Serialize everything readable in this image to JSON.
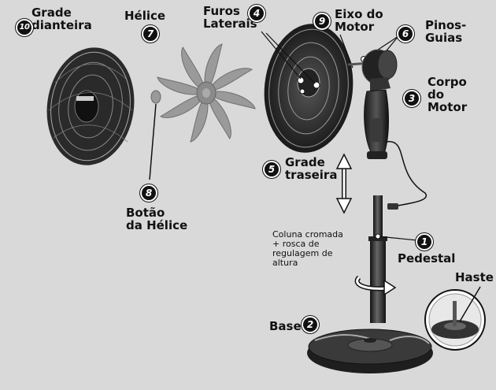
{
  "parts": [
    {
      "id": "grade-dianteira",
      "number": "10",
      "label": "Grade\ndianteira"
    },
    {
      "id": "helice",
      "number": "7",
      "label": "Hélice"
    },
    {
      "id": "furos-laterais",
      "number": "4",
      "label": "Furos\nLaterais"
    },
    {
      "id": "eixo-motor",
      "number": "9",
      "label": "Eixo do\nMotor"
    },
    {
      "id": "pinos-guias",
      "number": "6",
      "label": "Pinos-\nGuias"
    },
    {
      "id": "corpo-motor",
      "number": "3",
      "label": "Corpo\ndo\nMotor"
    },
    {
      "id": "grade-traseira",
      "number": "5",
      "label": "Grade\ntraseira"
    },
    {
      "id": "botao-helice",
      "number": "8",
      "label": "Botão\nda Hélice"
    },
    {
      "id": "pedestal",
      "number": "1",
      "label": "Pedestal"
    },
    {
      "id": "base",
      "number": "2",
      "label": "Base"
    },
    {
      "id": "haste",
      "number": "",
      "label": "Haste"
    }
  ],
  "notes": {
    "coluna": "Coluna cromada\n+ rosca de\nregulagem de\naltura"
  },
  "colors": {
    "background": "#d9d9d9",
    "dark": "#111111",
    "blade": "#9a9a9a",
    "blade_edge": "#6f6f6f"
  }
}
